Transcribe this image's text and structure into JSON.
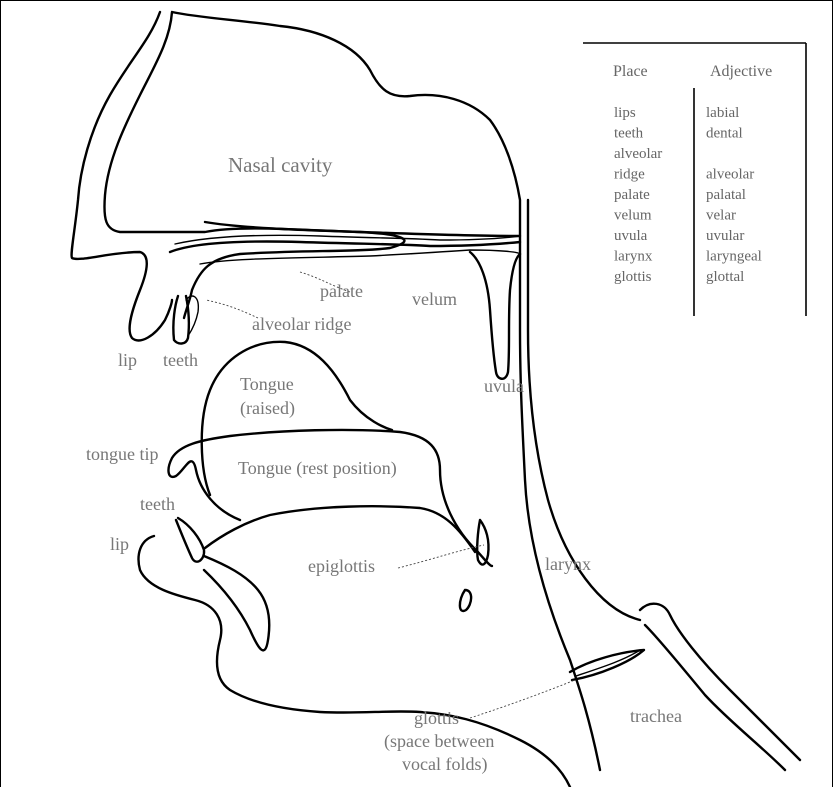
{
  "labels": {
    "nasal_cavity": "Nasal cavity",
    "palate": "palate",
    "velum": "velum",
    "alveolar_ridge": "alveolar ridge",
    "lip_upper": "lip",
    "teeth_upper": "teeth",
    "uvula": "uvula",
    "tongue_raised_1": "Tongue",
    "tongue_raised_2": "(raised)",
    "tongue_tip": "tongue tip",
    "tongue_rest": "Tongue (rest position)",
    "teeth_lower": "teeth",
    "lip_lower": "lip",
    "epiglottis": "epiglottis",
    "larynx": "larynx",
    "glottis": "glottis",
    "glottis_note_1": "(space between",
    "glottis_note_2": "vocal folds)",
    "trachea": "trachea"
  },
  "table": {
    "header_place": "Place",
    "header_adjective": "Adjective",
    "place": [
      "lips",
      "teeth",
      "alveolar",
      "ridge",
      "palate",
      "velum",
      "uvula",
      "larynx",
      "glottis"
    ],
    "adjective": [
      "labial",
      "dental",
      "",
      "alveolar",
      "palatal",
      "velar",
      "uvular",
      "laryngeal",
      "glottal"
    ]
  }
}
